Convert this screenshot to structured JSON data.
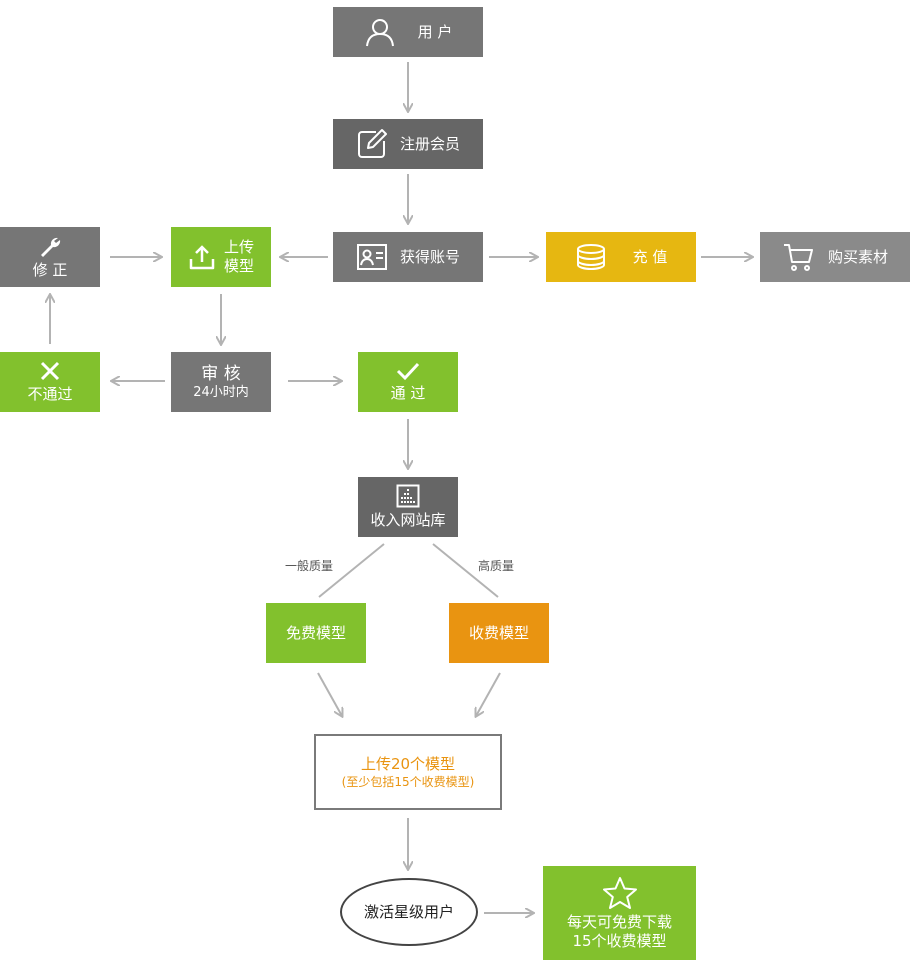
{
  "nodes": {
    "user": "用 户",
    "register": "注册会员",
    "account": "获得账号",
    "recharge": "充 值",
    "buy": "购买素材",
    "modify": "修 正",
    "upload_line1": "上传",
    "upload_line2": "模型",
    "fail": "不通过",
    "review_line1": "审 核",
    "review_line2": "24小时内",
    "pass": "通 过",
    "library": "收入网站库",
    "free": "免费模型",
    "paid": "收费模型",
    "upload20_line1": "上传20个模型",
    "upload20_line2": "(至少包括15个收费模型)",
    "activate": "激活星级用户",
    "reward_line1": "每天可免费下载",
    "reward_line2": "15个收费模型"
  },
  "edge_labels": {
    "normal_quality": "一般质量",
    "high_quality": "高质量"
  },
  "colors": {
    "gray": "#767676",
    "green": "#82c12d",
    "yellow": "#e6b711",
    "orange": "#e99411",
    "arrow": "#b3b3b3"
  }
}
